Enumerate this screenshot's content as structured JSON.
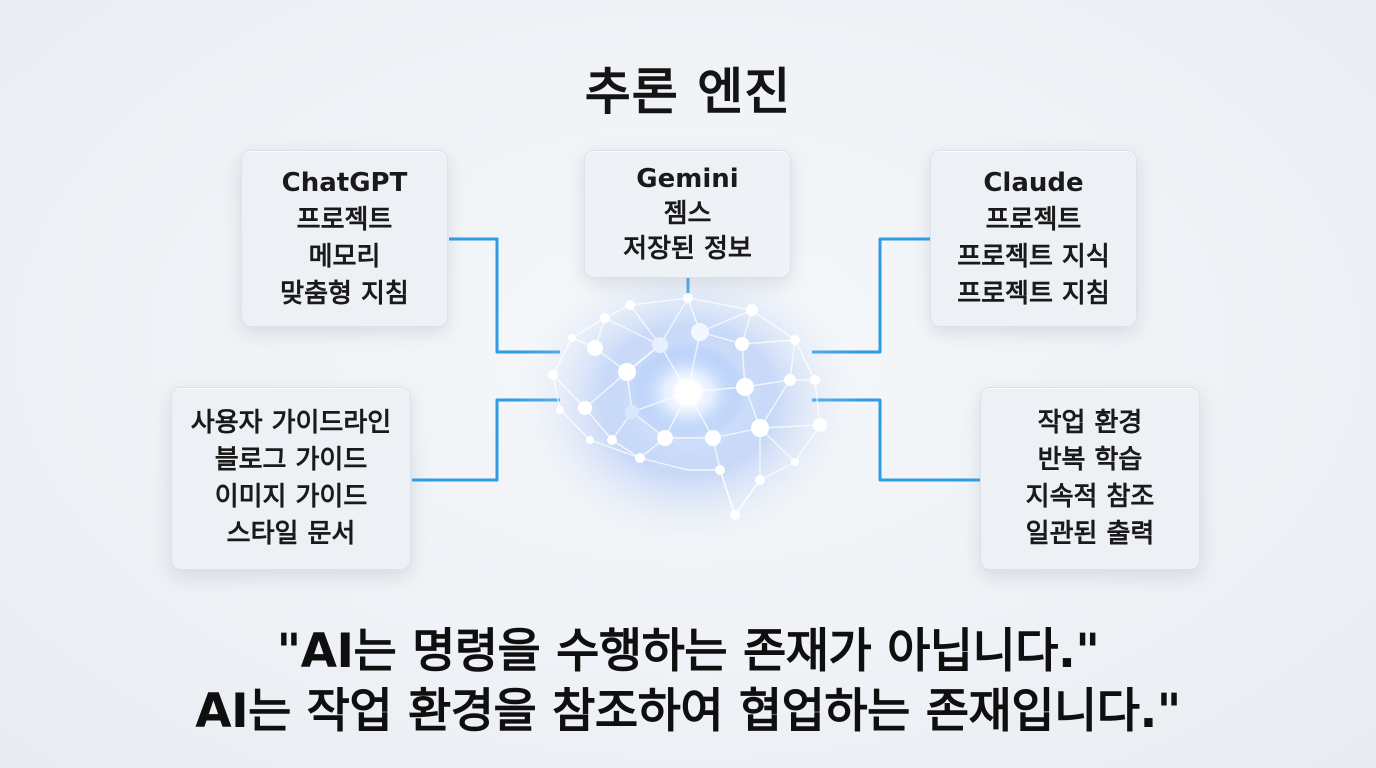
{
  "title": "추론 엔진",
  "cards": {
    "chatgpt": [
      "ChatGPT",
      "프로젝트",
      "메모리",
      "맞춤형 지침"
    ],
    "gemini": [
      "Gemini",
      "젬스",
      "저장된 정보"
    ],
    "claude": [
      "Claude",
      "프로젝트",
      "프로젝트 지식",
      "프로젝트 지침"
    ],
    "guides": [
      "사용자 가이드라인",
      "블로그 가이드",
      "이미지 가이드",
      "스타일 문서"
    ],
    "work": [
      "작업 환경",
      "반복 학습",
      "지속적 참조",
      "일관된 출력"
    ]
  },
  "quote": {
    "line1": "\"AI는 명령을 수행하는 존재가 아닙니다.\"",
    "line2": "AI는 작업 환경을 참조하여 협업하는 존재입니다.\""
  },
  "colors": {
    "connector": "#2f9be6",
    "brain_glow": "#8fb8ff",
    "node": "#ffffff"
  },
  "icons": {
    "center": "brain-network-icon"
  }
}
